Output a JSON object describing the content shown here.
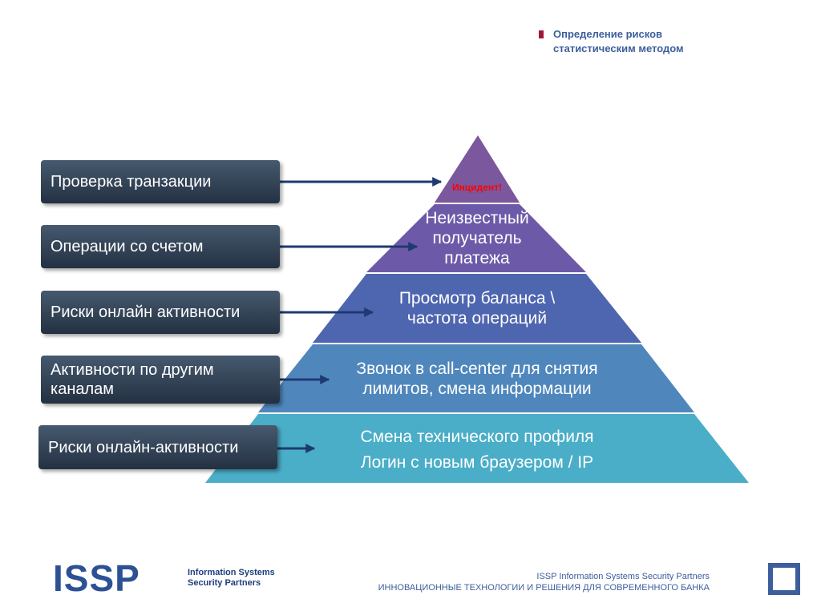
{
  "header": {
    "line1": "Определение рисков",
    "line2": "статистическим методом"
  },
  "left_boxes": [
    "Проверка транзакции",
    "Операции со счетом",
    "Риски онлайн активности",
    "Активности по другим каналам",
    "Риски онлайн-активности"
  ],
  "pyramid": {
    "incident": "Инцидент!",
    "tier2": [
      "Неизвестный",
      "получатель",
      "платежа"
    ],
    "tier3": [
      "Просмотр баланса \\",
      "частота операций"
    ],
    "tier4": [
      "Звонок в call-center для снятия",
      "лимитов, смена информации"
    ],
    "tier5": [
      "Смена технического профиля",
      "Логин с новым браузером / IP"
    ]
  },
  "colors": {
    "tier1": "#7b579e",
    "tier2": "#6c5aa8",
    "tier3": "#4e66b0",
    "tier4": "#4f87bd",
    "tier5": "#4aaec8",
    "box": "#2f3f52",
    "accent": "#a3163a"
  },
  "footer": {
    "logo": "ISSP",
    "logo_sub1": "Information Systems",
    "logo_sub2": "Security Partners",
    "company": "ISSP Information Systems Security Partners",
    "tagline": "ИННОВАЦИОННЫЕ ТЕХНОЛОГИИ И РЕШЕНИЯ ДЛЯ СОВРЕМЕННОГО БАНКА"
  }
}
